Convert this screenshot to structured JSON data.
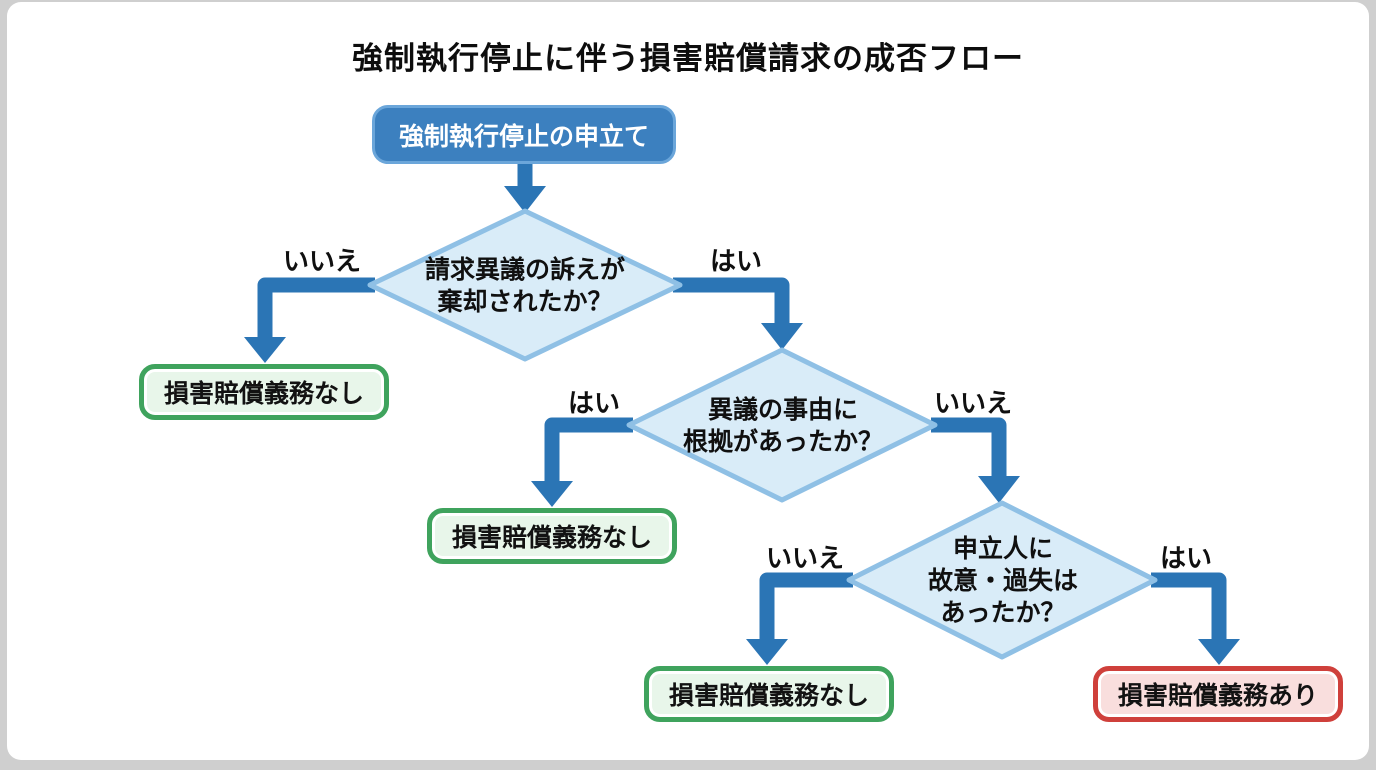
{
  "title": "強制執行停止に伴う損害賠償請求の成否フロー",
  "colors": {
    "arrow-blue": "#2b75b5",
    "node-blue-fill": "#3c80bf",
    "node-blue-border": "#6ba6da",
    "diamond-fill": "#d9ecf8",
    "diamond-border": "#8fc0e5",
    "green-fill": "#e8f6ea",
    "green-border": "#3fa35d",
    "red-fill": "#f9dedd",
    "red-border": "#cf403b"
  },
  "flow": {
    "start": {
      "label": "強制執行停止の申立て"
    },
    "decisions": [
      {
        "id": "claim-objection-dismissed",
        "lines": [
          "請求異議の訴えが",
          "棄却されたか？"
        ],
        "no_label": "いいえ",
        "yes_label": "はい"
      },
      {
        "id": "objection-had-grounds",
        "lines": [
          "異議の事由に",
          "根拠があったか？"
        ],
        "yes_label": "はい",
        "no_label": "いいえ"
      },
      {
        "id": "applicant-intent-negligence",
        "lines": [
          "申立人に",
          "故意・過失は",
          "あったか？"
        ],
        "no_label": "いいえ",
        "yes_label": "はい"
      }
    ],
    "outcomes": [
      {
        "id": "no-liability-1",
        "label": "損害賠償義務なし",
        "type": "negative"
      },
      {
        "id": "no-liability-2",
        "label": "損害賠償義務なし",
        "type": "negative"
      },
      {
        "id": "no-liability-3",
        "label": "損害賠償義務なし",
        "type": "negative"
      },
      {
        "id": "liability-yes",
        "label": "損害賠償義務あり",
        "type": "positive"
      }
    ]
  }
}
